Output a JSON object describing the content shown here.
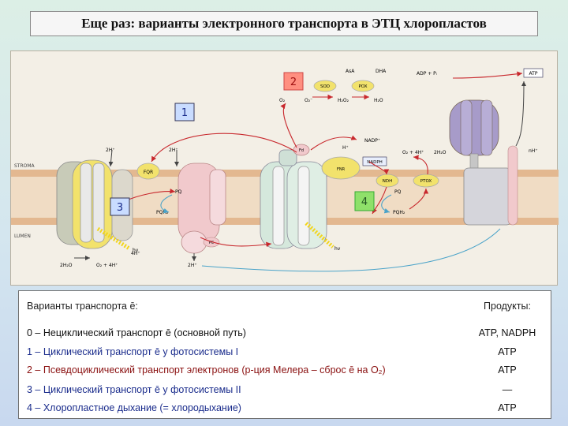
{
  "title": "Еще раз: варианты электронного транспорта в ЭТЦ хлоропластов",
  "diagram": {
    "markers": [
      "1",
      "2",
      "3",
      "4"
    ],
    "labels": {
      "stroma": "STROMA",
      "lumen": "LUMEN",
      "h_top_1": "2H⁺",
      "h_top_2": "2H⁺",
      "h_top_3": "H⁺",
      "h_bottom_1": "2H⁺",
      "h_bottom_2": "4H⁺",
      "water": "2H₂O",
      "o2_water": "O₂ + 4H⁺",
      "fqr": "FQR",
      "pq": "PQ",
      "pqh2": "PQH₂",
      "pc": "PC",
      "fd": "Fd",
      "fnr": "FNR",
      "nadp": "NADP⁺",
      "nadph": "NADPH",
      "ndh": "NDH",
      "ptox": "PTOX",
      "pq2": "PQ",
      "pqh2_2": "PQH₂",
      "o2_ptox": "O₂ + 4H⁺",
      "h2o_ptox": "2H₂O",
      "sod": "SOD",
      "pox": "POX",
      "asa": "AsA",
      "dha": "DHA",
      "o2": "O₂",
      "o2_radical": "O₂⁻",
      "h2o2": "H₂O₂",
      "h2o": "H₂O",
      "adp": "ADP + Pᵢ",
      "atp": "ATP",
      "nh": "nH⁺",
      "hv1": "hv",
      "hv2": "hv"
    }
  },
  "legend": {
    "header_left": "Варианты транспорта ē:",
    "header_right": "Продукты:",
    "rows": [
      {
        "label": "0 – Нециклический транспорт ē (основной путь)",
        "product": "ATP, NADPH"
      },
      {
        "label": "1 – Циклический транспорт ē у фотосистемы I",
        "product": "ATP"
      },
      {
        "label": "2 – Псевдоциклический транспорт электронов (р-ция Мелера – сброс ē на O₂)",
        "product": "ATP"
      },
      {
        "label": "3 – Циклический транспорт ē у фотосистемы II",
        "product": "—"
      },
      {
        "label": "4 – Хлоропластное дыхание (= хлородыхание)",
        "product": "ATP"
      }
    ]
  },
  "colors": {
    "membrane": "#e8c7a6",
    "psii_yellow": "#f2e26c",
    "cytb6f": "#f1c9cc",
    "psi_green": "#d5e8dc",
    "atp_synthase": "#a79bc9",
    "arrow_red": "#c8282d",
    "pq_cycle_blue": "#4aa3c9",
    "marker_red": "#ff8f80",
    "marker_blue": "#c9dcff",
    "marker_green": "#8fe06a"
  }
}
